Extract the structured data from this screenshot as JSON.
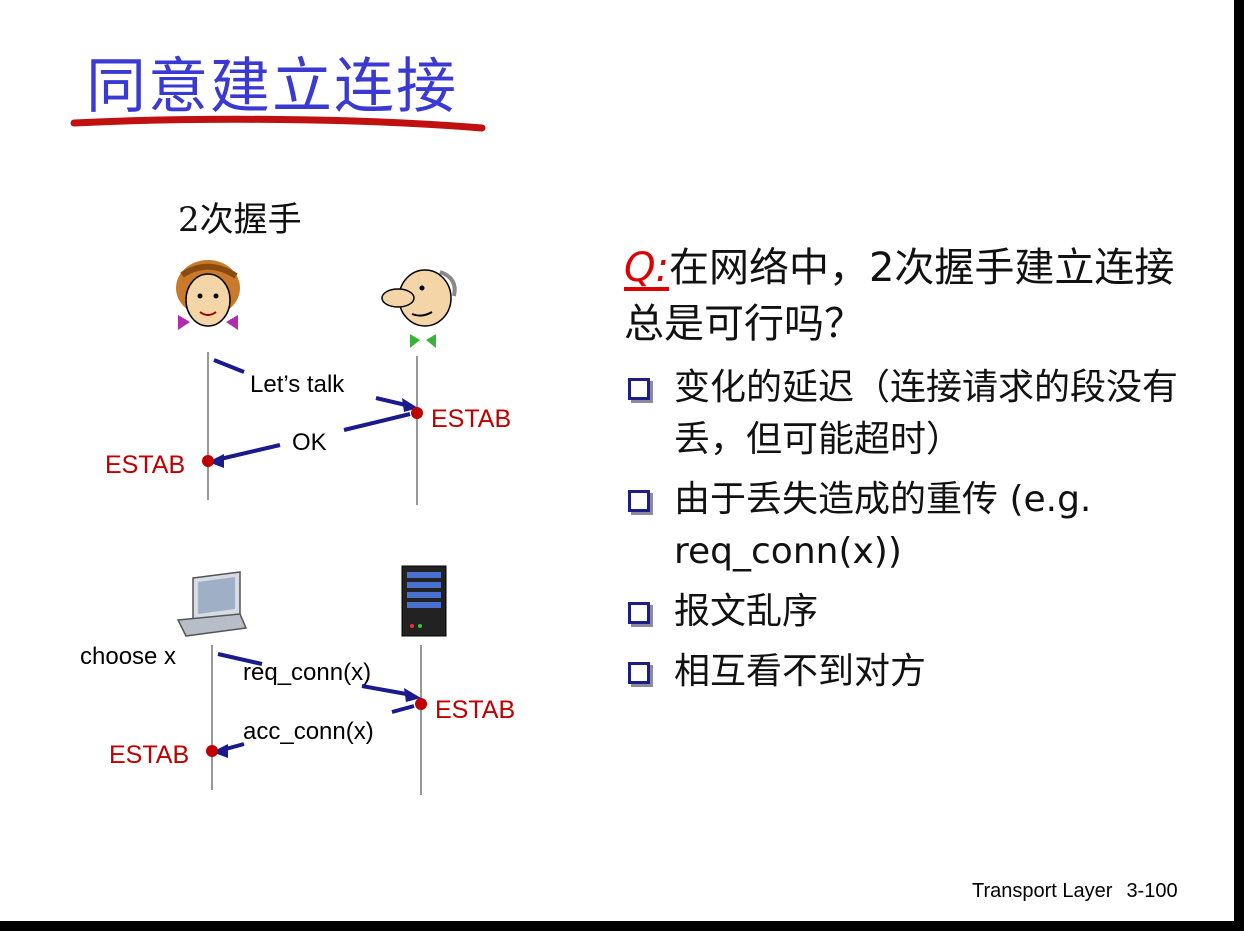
{
  "title": "同意建立连接",
  "diagram": {
    "label": "2次握手",
    "top": {
      "msg1": "Let’s talk",
      "msg2": "OK",
      "estab_right": "ESTAB",
      "estab_left": "ESTAB"
    },
    "bottom": {
      "choose": "choose x",
      "msg1": "req_conn(x)",
      "msg2": "acc_conn(x)",
      "estab_right": "ESTAB",
      "estab_left": "ESTAB"
    }
  },
  "question": {
    "q": "Q:",
    "text": "在网络中，2次握手建立连接总是可行吗？"
  },
  "bullets": [
    "变化的延迟（连接请求的段没有丢，但可能超时）",
    "由于丢失造成的重传 (e.g. req_conn(x))",
    "报文乱序",
    "相互看不到对方"
  ],
  "footer": {
    "section": "Transport Layer",
    "page": "3-100"
  },
  "colors": {
    "title": "#3a3ad2",
    "estab": "#c00000",
    "arrow": "#1a1a8c",
    "q_mark": "#dd0000"
  },
  "icons": [
    "alice-avatar-icon",
    "bob-avatar-icon",
    "laptop-client-icon",
    "server-tower-icon"
  ]
}
